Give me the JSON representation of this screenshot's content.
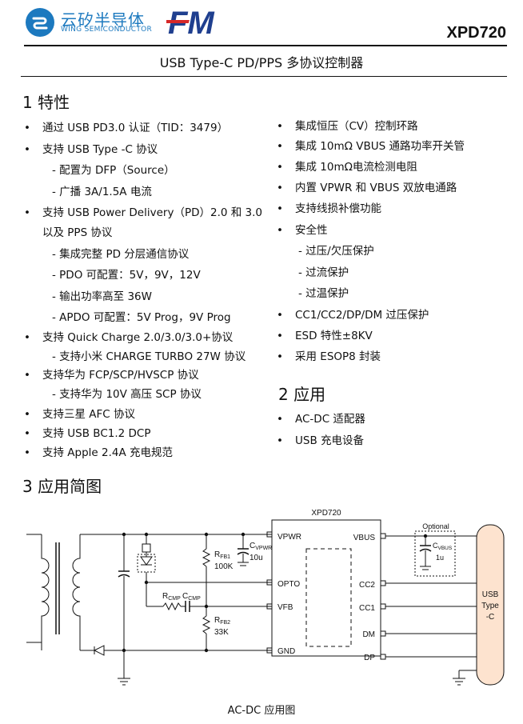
{
  "header": {
    "brand_cn": "云矽半导体",
    "brand_en": "WING SEMICONDUCTOR",
    "fm_logo": "FM",
    "part_number": "XPD720",
    "logo_icon": "ws-circle-icon",
    "brand_color": "#1c79bf",
    "fm_color": "#1f3f8f"
  },
  "doc_title": "USB Type-C PD/PPS 多协议控制器",
  "section1": {
    "heading": "1  特性",
    "left_items": [
      {
        "text": "通过 USB PD3.0 认证（TID：3479）",
        "level": 1
      },
      {
        "text": "支持 USB Type -C 协议",
        "level": 1
      },
      {
        "text": "- 配置为 DFP（Source）",
        "level": 2
      },
      {
        "text": "- 广播 3A/1.5A 电流",
        "level": 2
      },
      {
        "text": "支持 USB Power Delivery（PD）2.0 和 3.0",
        "level": 1
      },
      {
        "text": "以及 PPS 协议",
        "level": 0
      },
      {
        "text": "- 集成完整 PD 分层通信协议",
        "level": 2
      },
      {
        "text": "- PDO 可配置：5V，9V，12V",
        "level": 2
      },
      {
        "text": "- 输出功率高至 36W",
        "level": 2
      },
      {
        "text": "- APDO 可配置：5V Prog，9V Prog",
        "level": 2
      },
      {
        "text": "支持 Quick Charge 2.0/3.0/3.0+协议",
        "level": 1
      },
      {
        "text": "- 支持小米 CHARGE TURBO 27W 协议",
        "level": 2
      },
      {
        "text": "支持华为 FCP/SCP/HVSCP 协议",
        "level": 1
      },
      {
        "text": "- 支持华为 10V 高压 SCP 协议",
        "level": 2
      },
      {
        "text": "支持三星 AFC 协议",
        "level": 1
      },
      {
        "text": "支持 USB BC1.2 DCP",
        "level": 1
      },
      {
        "text": "支持 Apple 2.4A 充电规范",
        "level": 1
      }
    ],
    "right_items": [
      {
        "text": "集成恒压（CV）控制环路",
        "level": 1
      },
      {
        "text": "集成 10mΩ  VBUS 通路功率开关管",
        "level": 1
      },
      {
        "text": "集成 10mΩ电流检测电阻",
        "level": 1
      },
      {
        "text": "内置 VPWR 和 VBUS  双放电通路",
        "level": 1
      },
      {
        "text": "支持线损补偿功能",
        "level": 1
      },
      {
        "text": "安全性",
        "level": 1
      },
      {
        "text": "- 过压/欠压保护",
        "level": 2
      },
      {
        "text": "- 过流保护",
        "level": 2
      },
      {
        "text": "- 过温保护",
        "level": 2
      },
      {
        "text": "CC1/CC2/DP/DM 过压保护",
        "level": 1
      },
      {
        "text": "ESD 特性±8KV",
        "level": 1
      },
      {
        "text": "采用 ESOP8 封装",
        "level": 1
      }
    ]
  },
  "section2": {
    "heading": "2  应用",
    "items": [
      {
        "text": "AC-DC 适配器",
        "level": 1
      },
      {
        "text": "USB 充电设备",
        "level": 1
      }
    ]
  },
  "section3": {
    "heading": "3  应用简图",
    "diagram": {
      "chip_name": "XPD720",
      "left_pins": [
        "VPWR",
        "OPTO",
        "VFB",
        "GND"
      ],
      "right_pins": [
        "VBUS",
        "CC2",
        "CC1",
        "DM",
        "DP"
      ],
      "rfb1_label": "R",
      "rfb1_sub": "FB1",
      "rfb1_value": "100K",
      "cvpwr_label": "C",
      "cvpwr_sub": "VPWR",
      "cvpwr_value": "10u",
      "rcmp_label": "R",
      "rcmp_sub": "CMP",
      "ccmp_label": "C",
      "ccmp_sub": "CMP",
      "rfb2_label": "R",
      "rfb2_sub": "FB2",
      "rfb2_value": "33K",
      "optional_label": "Optional",
      "cvbus_label": "C",
      "cvbus_sub": "VBUS",
      "cvbus_value": "1u",
      "usb_line1": "USB",
      "usb_line2": "Type",
      "usb_line3": "-C",
      "usb_fill": "#fde3cf"
    },
    "caption": "AC-DC 应用图"
  }
}
